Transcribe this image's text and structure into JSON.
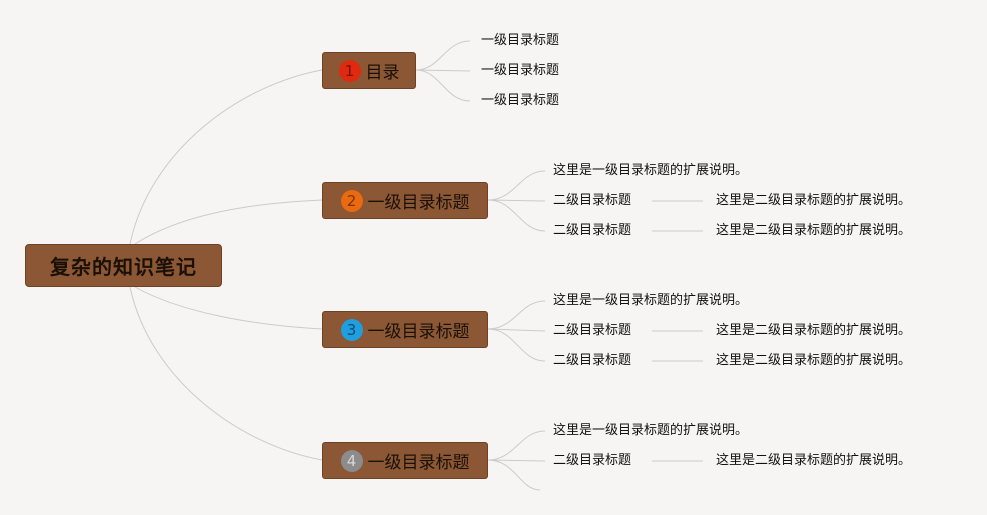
{
  "root": {
    "title": "复杂的知识笔记"
  },
  "colors": {
    "node_fill": "#8b5734",
    "line": "#cdcac6",
    "badge1": "#e02a10",
    "badge2": "#ea6a10",
    "badge3": "#1f9fe0",
    "badge4": "#8c8c8c"
  },
  "branches": [
    {
      "number": "1",
      "label": "目录",
      "items": [
        "一级目录标题",
        "一级目录标题",
        "一级目录标题"
      ]
    },
    {
      "number": "2",
      "label": "一级目录标题",
      "description": "这里是一级目录标题的扩展说明。",
      "children": [
        {
          "label": "二级目录标题",
          "detail": "这里是二级目录标题的扩展说明。"
        },
        {
          "label": "二级目录标题",
          "detail": "这里是二级目录标题的扩展说明。"
        }
      ]
    },
    {
      "number": "3",
      "label": "一级目录标题",
      "description": "这里是一级目录标题的扩展说明。",
      "children": [
        {
          "label": "二级目录标题",
          "detail": "这里是二级目录标题的扩展说明。"
        },
        {
          "label": "二级目录标题",
          "detail": "这里是二级目录标题的扩展说明。"
        }
      ]
    },
    {
      "number": "4",
      "label": "一级目录标题",
      "description": "这里是一级目录标题的扩展说明。",
      "children": [
        {
          "label": "二级目录标题",
          "detail": "这里是二级目录标题的扩展说明。"
        }
      ]
    }
  ]
}
